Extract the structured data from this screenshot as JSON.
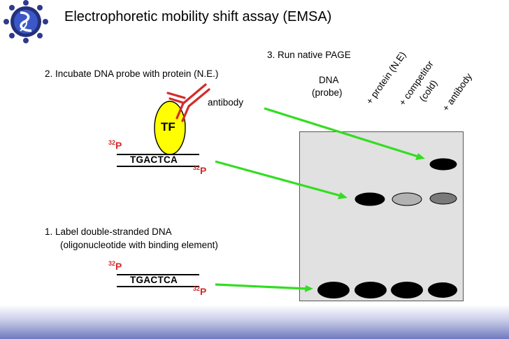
{
  "title": "Electrophoretic mobility shift assay (EMSA)",
  "steps": {
    "step3": "3.  Run native PAGE",
    "step2": "2.  Incubate DNA probe with protein (N.E.)",
    "step1_line1": "1.  Label double-stranded DNA",
    "step1_line2": "(oligonucleotide with binding element)"
  },
  "labels": {
    "antibody": "antibody",
    "tf": "TF",
    "sequence": "TGACTCA",
    "isotope_mass": "32",
    "isotope_symbol": "P"
  },
  "lanes": {
    "lane1_line1": "DNA",
    "lane1_line2": "(probe)",
    "lane2": "+ protein (N.E)",
    "lane3_line1": "+ competitor",
    "lane3_line2": "(cold)",
    "lane4": "+ antibody"
  },
  "colors": {
    "arrow": "#33dd22",
    "tf_fill": "#ffff00",
    "isotope": "#d42a2a",
    "antibody": "#d42a2a",
    "band_dark": "#000000",
    "band_light": "#b2b2b2",
    "band_mid": "#7a7a7a"
  }
}
